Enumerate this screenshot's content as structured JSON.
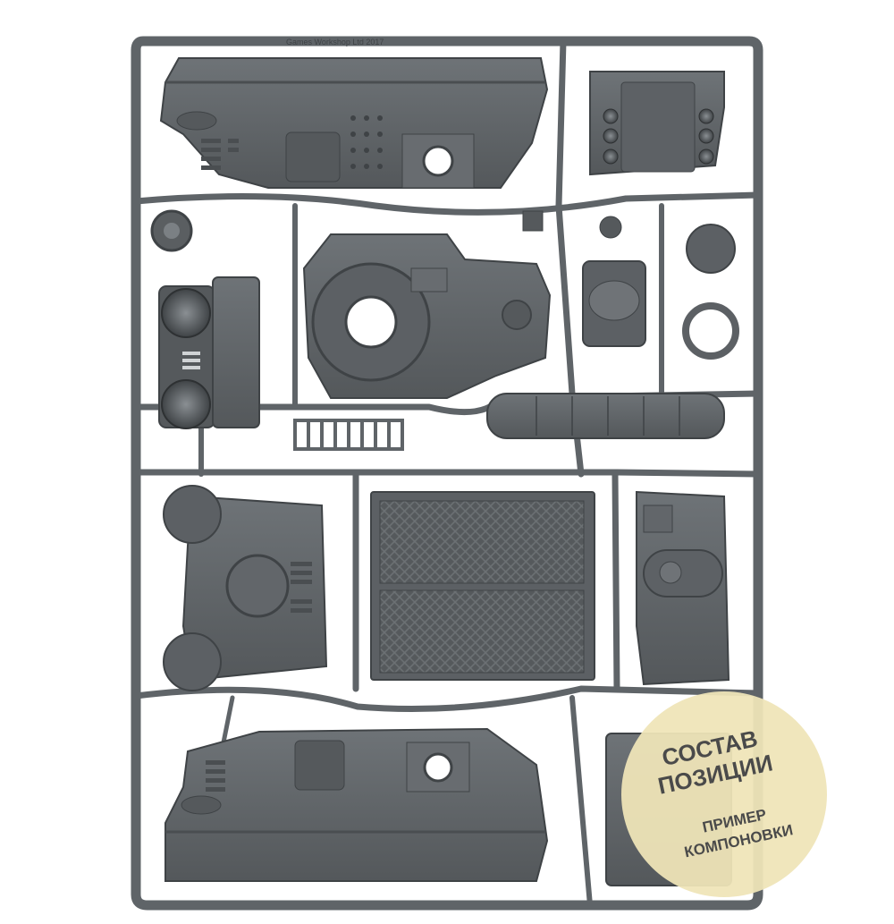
{
  "image": {
    "subject": "plastic-model-sprue-frame",
    "colors": {
      "background": "#ffffff",
      "plastic": "#5f6468",
      "plastic_light": "#7b8084",
      "plastic_dark": "#3f4346",
      "sticker": "#efe4b8"
    }
  },
  "sprue": {
    "moulded_text": "Games Workshop Ltd 2017"
  },
  "sticker": {
    "line1": "СОСТАВ",
    "line2": "ПОЗИЦИИ",
    "line3": "ПРИМЕР",
    "line4": "КОМПОНОВКИ"
  }
}
